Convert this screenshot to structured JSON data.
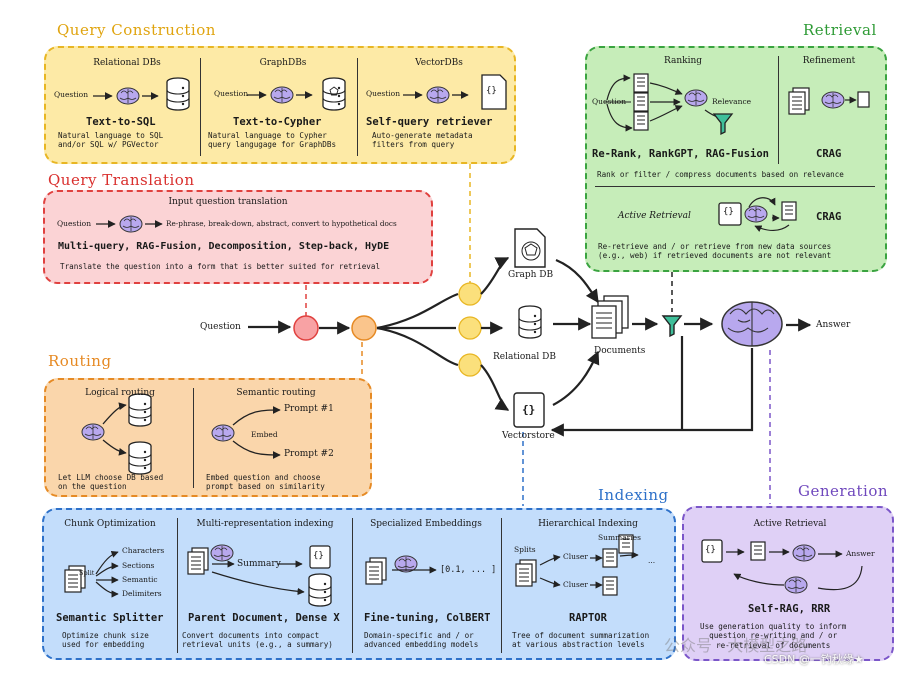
{
  "sections": {
    "query_construction": "Query Construction",
    "query_translation": "Query Translation",
    "routing": "Routing",
    "retrieval": "Retrieval",
    "indexing": "Indexing",
    "generation": "Generation"
  },
  "query_construction": {
    "relational": {
      "title": "Relational DBs",
      "question": "Question",
      "name": "Text-to-SQL",
      "desc": "Natural language to SQL\nand/or SQL w/ PGVector"
    },
    "graph": {
      "title": "GraphDBs",
      "question": "Question",
      "name": "Text-to-Cypher",
      "desc": "Natural language to Cypher\nquery langugage for GraphDBs"
    },
    "vector": {
      "title": "VectorDBs",
      "question": "Question",
      "name": "Self-query retriever",
      "desc": "Auto-generate metadata\nfilters from query",
      "db_symbol": "{}"
    }
  },
  "query_translation": {
    "title": "Input question translation",
    "question": "Question",
    "flow": "Re-phrase, break-down, abstract, convert to hypothetical docs",
    "methods": "Multi-query, RAG-Fusion, Decomposition, Step-back, HyDE",
    "desc": "Translate the question into a form that is better suited for retrieval"
  },
  "routing": {
    "logical": {
      "title": "Logical routing",
      "desc": "Let LLM choose DB based\non the question"
    },
    "semantic": {
      "title": "Semantic routing",
      "prompt1": "Prompt #1",
      "embed": "Embed",
      "prompt2": "Prompt #2",
      "desc": "Embed question and choose\nprompt based on similarity"
    }
  },
  "retrieval": {
    "ranking": {
      "title": "Ranking",
      "question": "Question",
      "relevance": "Relevance",
      "methods": "Re-Rank, RankGPT, RAG-Fusion"
    },
    "refinement": {
      "title": "Refinement",
      "method": "CRAG"
    },
    "rank_desc": "Rank or filter / compress documents based on relevance",
    "active": {
      "title": "Active Retrieval",
      "method": "CRAG",
      "doc_symbol": "{}",
      "desc": "Re-retrieve and / or retrieve from new data sources\n(e.g., web) if retrieved documents are not relevant"
    }
  },
  "flow": {
    "question": "Question",
    "graph_db": "Graph DB",
    "relational_db": "Relational DB",
    "vectorstore": "Vectorstore",
    "vector_symbol": "{}",
    "documents": "Documents",
    "answer": "Answer"
  },
  "indexing": {
    "chunk": {
      "title": "Chunk Optimization",
      "split": "Split",
      "items": [
        "Characters",
        "Sections",
        "Semantic",
        "Delimiters"
      ],
      "name": "Semantic Splitter",
      "desc": "Optimize chunk size\nused for embedding"
    },
    "multi": {
      "title": "Multi-representation indexing",
      "summary": "Summary",
      "doc_symbol": "{}",
      "name": "Parent Document, Dense X",
      "desc": "Convert documents into compact\nretrieval units (e.g., a summary)"
    },
    "embed": {
      "title": "Specialized Embeddings",
      "vector": "[0.1, ... ]",
      "name": "Fine-tuning, ColBERT",
      "desc": "Domain-specific and / or\nadvanced embedding models"
    },
    "hier": {
      "title": "Hierarchical Indexing",
      "summaries": "Summaries",
      "splits": "Splits",
      "cluster1": "Cluser",
      "cluster2": "Cluser",
      "dots": "...",
      "name": "RAPTOR",
      "desc": "Tree of document summarization\nat various abstraction levels"
    }
  },
  "generation": {
    "title": "Active Retrieval",
    "answer": "Answer",
    "doc_symbol": "{}",
    "name": "Self-RAG, RRR",
    "desc": "Use generation quality to inform\nquestion re-writing and / or\nre-retrieval of documents"
  },
  "watermark": {
    "left": "公众号 · 大模型之路",
    "right": "CSDN @一钓秋缘★"
  },
  "colors": {
    "yellow_bg": "#fdeaa6",
    "yellow_border": "#e8b623",
    "red_bg": "#fbd3d5",
    "red_border": "#e0413f",
    "orange_bg": "#fad6ab",
    "orange_border": "#e68a24",
    "green_bg": "#c6edb9",
    "green_border": "#3aa340",
    "blue_bg": "#c3ddfb",
    "blue_border": "#2e71c9",
    "purple_bg": "#dfd0f6",
    "purple_border": "#7b56c9",
    "brain": "#b8a8ee"
  }
}
